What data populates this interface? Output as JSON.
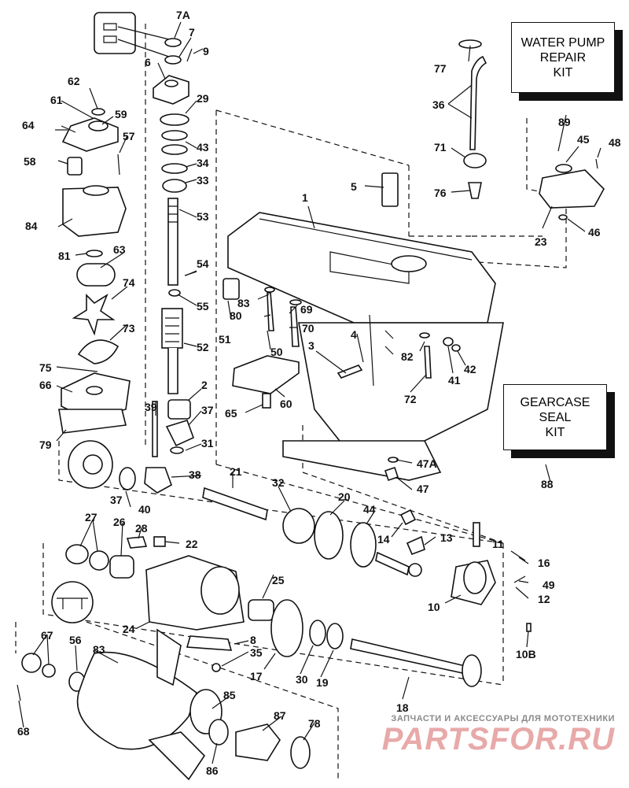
{
  "kits": {
    "water_pump": [
      "WATER PUMP",
      "REPAIR",
      "KIT"
    ],
    "gearcase": [
      "GEARCASE",
      "SEAL",
      "KIT"
    ]
  },
  "callouts": [
    "7A",
    "7",
    "9",
    "6",
    "29",
    "43",
    "34",
    "33",
    "53",
    "54",
    "55",
    "52",
    "2",
    "37",
    "31",
    "38",
    "62",
    "61",
    "59",
    "64",
    "57",
    "58",
    "84",
    "81",
    "63",
    "74",
    "73",
    "75",
    "66",
    "79",
    "39",
    "36",
    "77",
    "89",
    "71",
    "76",
    "45",
    "48",
    "23",
    "46",
    "5",
    "1",
    "83",
    "69",
    "80",
    "70",
    "51",
    "50",
    "3",
    "4",
    "82",
    "42",
    "41",
    "72",
    "65",
    "60",
    "21",
    "32",
    "20",
    "44",
    "14",
    "13",
    "11",
    "16",
    "49",
    "12",
    "10",
    "10B",
    "47A",
    "47",
    "88",
    "37",
    "40",
    "27",
    "26",
    "28",
    "22",
    "24",
    "25",
    "8",
    "35",
    "17",
    "30",
    "19",
    "18",
    "67",
    "56",
    "83",
    "68",
    "85",
    "87",
    "78",
    "86"
  ],
  "watermark": {
    "tagline": "ЗАПЧАСТИ И АКСЕССУАРЫ ДЛЯ МОТОТЕХНИКИ",
    "logo": "PARTSFOR.RU"
  }
}
